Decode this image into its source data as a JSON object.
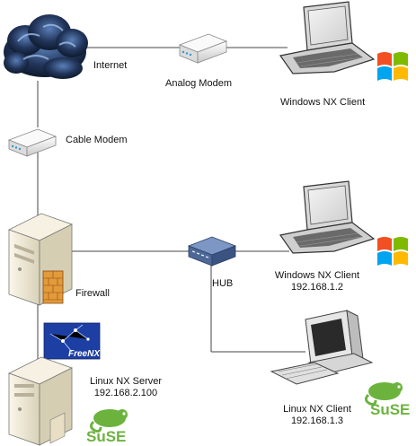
{
  "labels": {
    "internet": "Internet",
    "analog_modem": "Analog  Modem",
    "windows_client_1": "Windows NX Client",
    "cable_modem": "Cable  Modem",
    "firewall": "Firewall",
    "hub": "HUB",
    "windows_client_2": {
      "name": "Windows NX Client",
      "ip": "192.168.1.2"
    },
    "linux_server": {
      "name": "Linux NX Server",
      "ip": "192.168.2.100"
    },
    "linux_client": {
      "name": "Linux NX Client",
      "ip": "192.168.1.3"
    }
  },
  "logos": {
    "freenx": "FreeNX",
    "suse": "SuSE"
  },
  "icons": [
    "cloud-icon",
    "analog-modem-icon",
    "laptop-icon",
    "windows-logo-icon",
    "cable-modem-icon",
    "server-tower-icon",
    "firewall-brick-icon",
    "hub-icon",
    "desktop-computer-icon",
    "suse-chameleon-icon",
    "freenx-logo-icon"
  ],
  "colors": {
    "line": "#444444",
    "cloud": "#1b2b44",
    "cloud_highlight": "#7fa6d8",
    "device_body": "#eeeeee",
    "server_body": "#f1ead6",
    "hub_body": "#5d79a8",
    "suse_green": "#6cb33e",
    "freenx_blue": "#1d3fa3",
    "win_red": "#f25022",
    "win_green": "#7fba00",
    "win_blue": "#00a4ef",
    "win_yellow": "#ffb900"
  }
}
